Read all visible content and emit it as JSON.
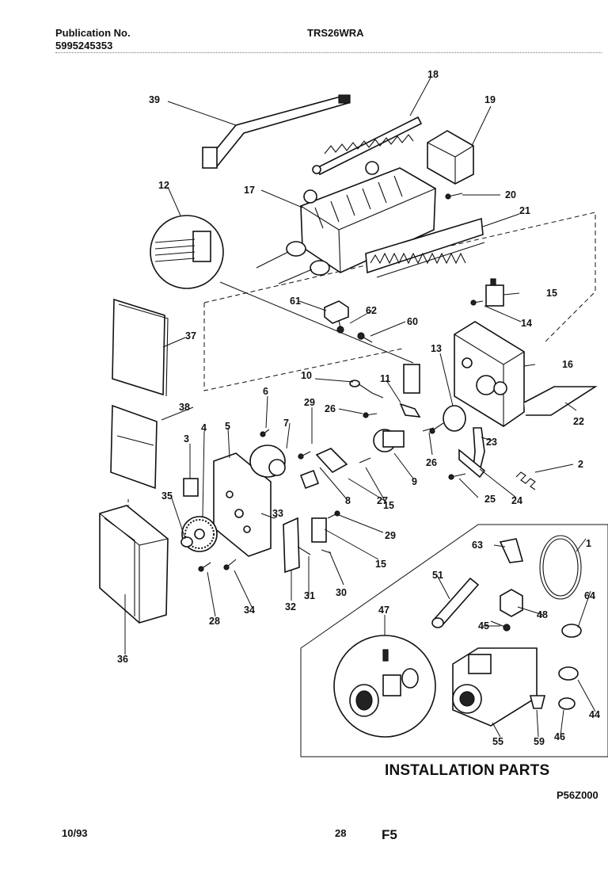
{
  "header": {
    "publication_label": "Publication No.",
    "publication_number": "5995245353",
    "model": "TRS26WRA"
  },
  "installation_title": "INSTALLATION PARTS",
  "diagram_code": "P56Z000",
  "footer": {
    "date": "10/93",
    "page": "28",
    "section": "F5"
  },
  "part_numbers": [
    {
      "id": "39",
      "label": "39"
    },
    {
      "id": "18",
      "label": "18"
    },
    {
      "id": "19",
      "label": "19"
    },
    {
      "id": "12",
      "label": "12"
    },
    {
      "id": "17",
      "label": "17"
    },
    {
      "id": "20",
      "label": "20"
    },
    {
      "id": "21",
      "label": "21"
    },
    {
      "id": "15a",
      "label": "15"
    },
    {
      "id": "14",
      "label": "14"
    },
    {
      "id": "61",
      "label": "61"
    },
    {
      "id": "62",
      "label": "62"
    },
    {
      "id": "60",
      "label": "60"
    },
    {
      "id": "37",
      "label": "37"
    },
    {
      "id": "13",
      "label": "13"
    },
    {
      "id": "16",
      "label": "16"
    },
    {
      "id": "10",
      "label": "10"
    },
    {
      "id": "11",
      "label": "11"
    },
    {
      "id": "6",
      "label": "6"
    },
    {
      "id": "29a",
      "label": "29"
    },
    {
      "id": "26a",
      "label": "26"
    },
    {
      "id": "38",
      "label": "38"
    },
    {
      "id": "22",
      "label": "22"
    },
    {
      "id": "3",
      "label": "3"
    },
    {
      "id": "4",
      "label": "4"
    },
    {
      "id": "5",
      "label": "5"
    },
    {
      "id": "7",
      "label": "7"
    },
    {
      "id": "26b",
      "label": "26"
    },
    {
      "id": "23",
      "label": "23"
    },
    {
      "id": "2",
      "label": "2"
    },
    {
      "id": "9",
      "label": "9"
    },
    {
      "id": "27",
      "label": "27"
    },
    {
      "id": "25",
      "label": "25"
    },
    {
      "id": "24",
      "label": "24"
    },
    {
      "id": "35",
      "label": "35"
    },
    {
      "id": "8",
      "label": "8"
    },
    {
      "id": "15b",
      "label": "15"
    },
    {
      "id": "33",
      "label": "33"
    },
    {
      "id": "29b",
      "label": "29"
    },
    {
      "id": "63",
      "label": "63"
    },
    {
      "id": "1",
      "label": "1"
    },
    {
      "id": "15c",
      "label": "15"
    },
    {
      "id": "51",
      "label": "51"
    },
    {
      "id": "32",
      "label": "32"
    },
    {
      "id": "31",
      "label": "31"
    },
    {
      "id": "30",
      "label": "30"
    },
    {
      "id": "28",
      "label": "28"
    },
    {
      "id": "34",
      "label": "34"
    },
    {
      "id": "64",
      "label": "64"
    },
    {
      "id": "47",
      "label": "47"
    },
    {
      "id": "45",
      "label": "45"
    },
    {
      "id": "48",
      "label": "48"
    },
    {
      "id": "36",
      "label": "36"
    },
    {
      "id": "44",
      "label": "44"
    },
    {
      "id": "55",
      "label": "55"
    },
    {
      "id": "59",
      "label": "59"
    },
    {
      "id": "46",
      "label": "46"
    }
  ]
}
